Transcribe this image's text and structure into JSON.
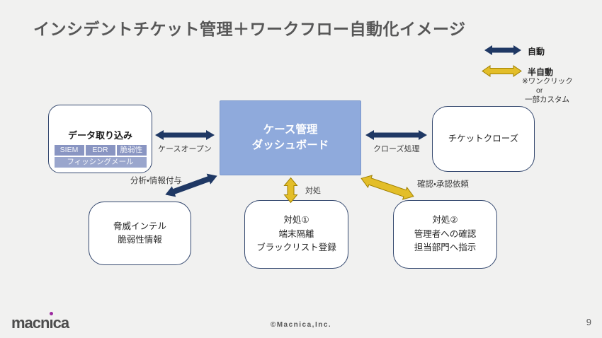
{
  "slide": {
    "title": "インシデントチケット管理＋ワークフロー自動化イメージ",
    "page_number": "9",
    "footer_copyright": "©Macnica,Inc.",
    "logo": {
      "part1": "macn",
      "dotless_i": "ı",
      "part2": "ca"
    }
  },
  "legend": {
    "auto_label": "自動",
    "semi_auto_label": "半自動",
    "semi_auto_note1": "※ワンクリック",
    "semi_auto_note2": "or",
    "semi_auto_note3": "一部カスタム"
  },
  "nodes": {
    "data_ingest": {
      "title": "データ取り込み",
      "sources": [
        "SIEM",
        "EDR",
        "脆弱性"
      ],
      "source_wide": "フィッシングメール"
    },
    "case_dashboard": {
      "line1": "ケース管理",
      "line2": "ダッシュボード"
    },
    "ticket_close": {
      "label": "チケットクローズ"
    },
    "threat_intel": {
      "line1": "脅威インテル",
      "line2": "脆弱性情報"
    },
    "action1": {
      "line1": "対処①",
      "line2": "端末隔離",
      "line3": "ブラックリスト登録"
    },
    "action2": {
      "line1": "対処②",
      "line2": "管理者への確認",
      "line3": "担当部門へ指示"
    }
  },
  "edges": {
    "case_open": "ケースオープン",
    "close_process": "クローズ処理",
    "analysis": "分析・情報付与",
    "action": "対処",
    "approval": "確認・承認依頼"
  },
  "colors": {
    "auto_arrow": "#1f3864",
    "semi_auto_arrow": "#e3be29",
    "semi_auto_stroke": "#a08000",
    "center_box": "#8faadc"
  }
}
